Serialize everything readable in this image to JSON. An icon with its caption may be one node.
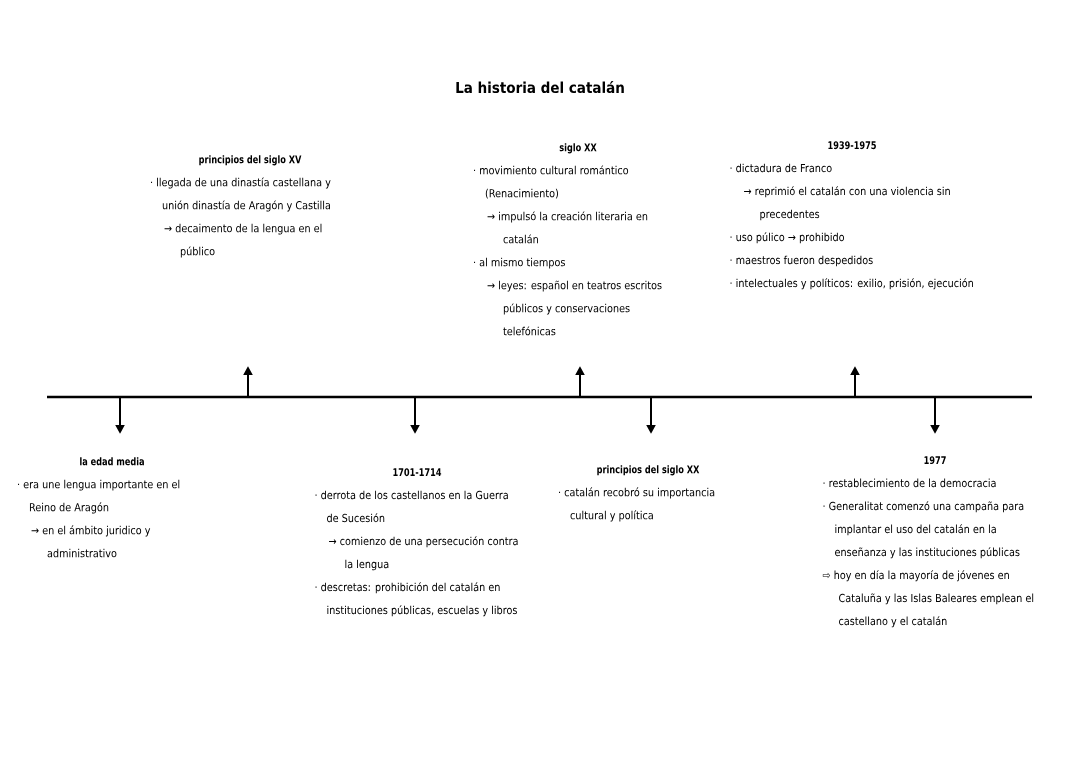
{
  "diagram": {
    "title": "La historia del catalán",
    "nodes": [
      {
        "text": [
          "la edad media",
          "· era une lengua importante en el Reino de Aragón",
          "→ en el ámbito juridico y administrativo"
        ]
      },
      {
        "text": [
          "principios del siglo XV",
          "· llegada de una dinastía castellana y unión dinastía de Aragón y Castilla",
          "→ decaimento de la lengua en el público"
        ]
      },
      {
        "text": [
          "1701-1714",
          "· derrota de los castellanos en la Guerra de Sucesión",
          "→ comienzo de una persecución contra la lengua",
          "· descretas: prohibición del catalán en instituciones públicas, escuelas y libros"
        ]
      },
      {
        "text": [
          "siglo XX",
          "· movimiento cultural romántico (Renacimiento)",
          "→ impulsó la creación literaria en catalán",
          "· al mismo tiempos",
          "→ leyes: español en teatros escritos públicos y conservaciones telefónicas"
        ]
      },
      {
        "text": [
          "principios del siglo XX",
          "· catalán recobró su importancia cultural y política"
        ]
      },
      {
        "text": [
          "1939-1975",
          "· dictadura de Franco",
          "→ reprimió el catalán con una violencia sin precedentes",
          "· uso púlico → prohibido",
          "· maestros fueron despedidos",
          "· intelectuales y políticos: exilio, prisión, ejecución"
        ]
      },
      {
        "text": [
          "1977",
          "· restablecimiento de la democracia",
          "· Generalitat comenzó una campaña para implantar el uso del catalán en la enseñanza y las instituciones públicas",
          "⇨ hoy en día la mayoría de jóvenes en Cataluña y las Islas Baleares emplean el castellano y el catalán"
        ]
      }
    ]
  }
}
